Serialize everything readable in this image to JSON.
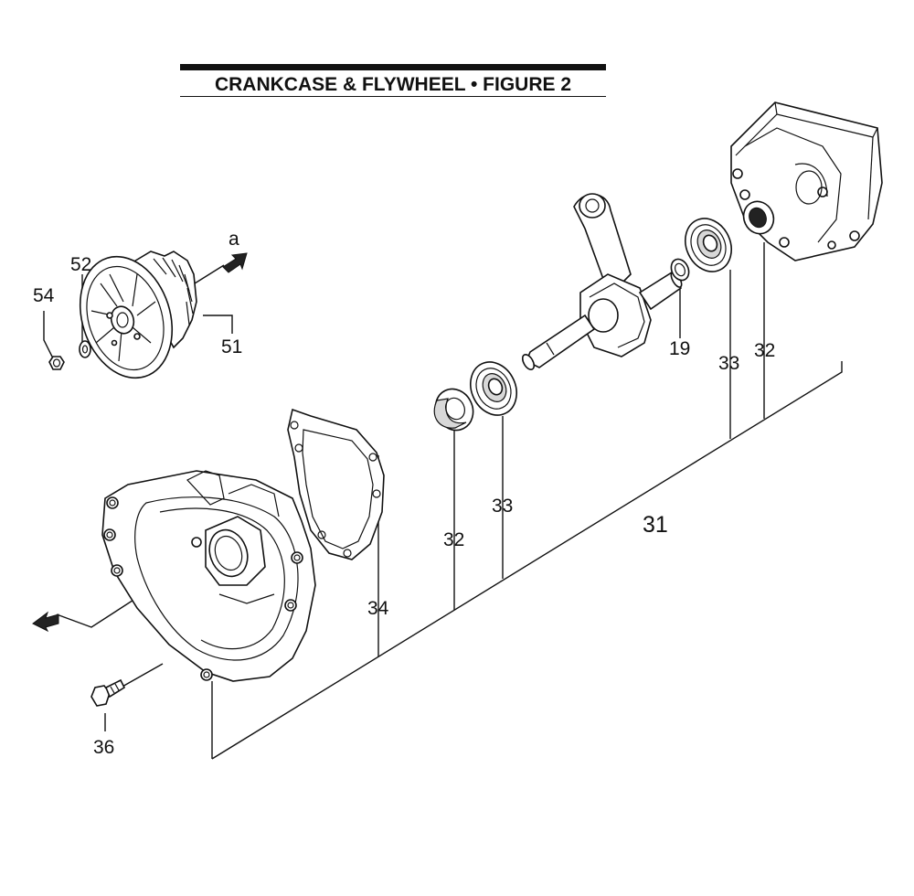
{
  "title": "CRANKCASE & FLYWHEEL  •  FIGURE 2",
  "view_label": "a",
  "callouts": {
    "c54": "54",
    "c52": "52",
    "c51": "51",
    "c19": "19",
    "c33_right": "33",
    "c32_right": "32",
    "c33_center": "33",
    "c32_center": "32",
    "c31": "31",
    "c34": "34",
    "c36": "36"
  }
}
